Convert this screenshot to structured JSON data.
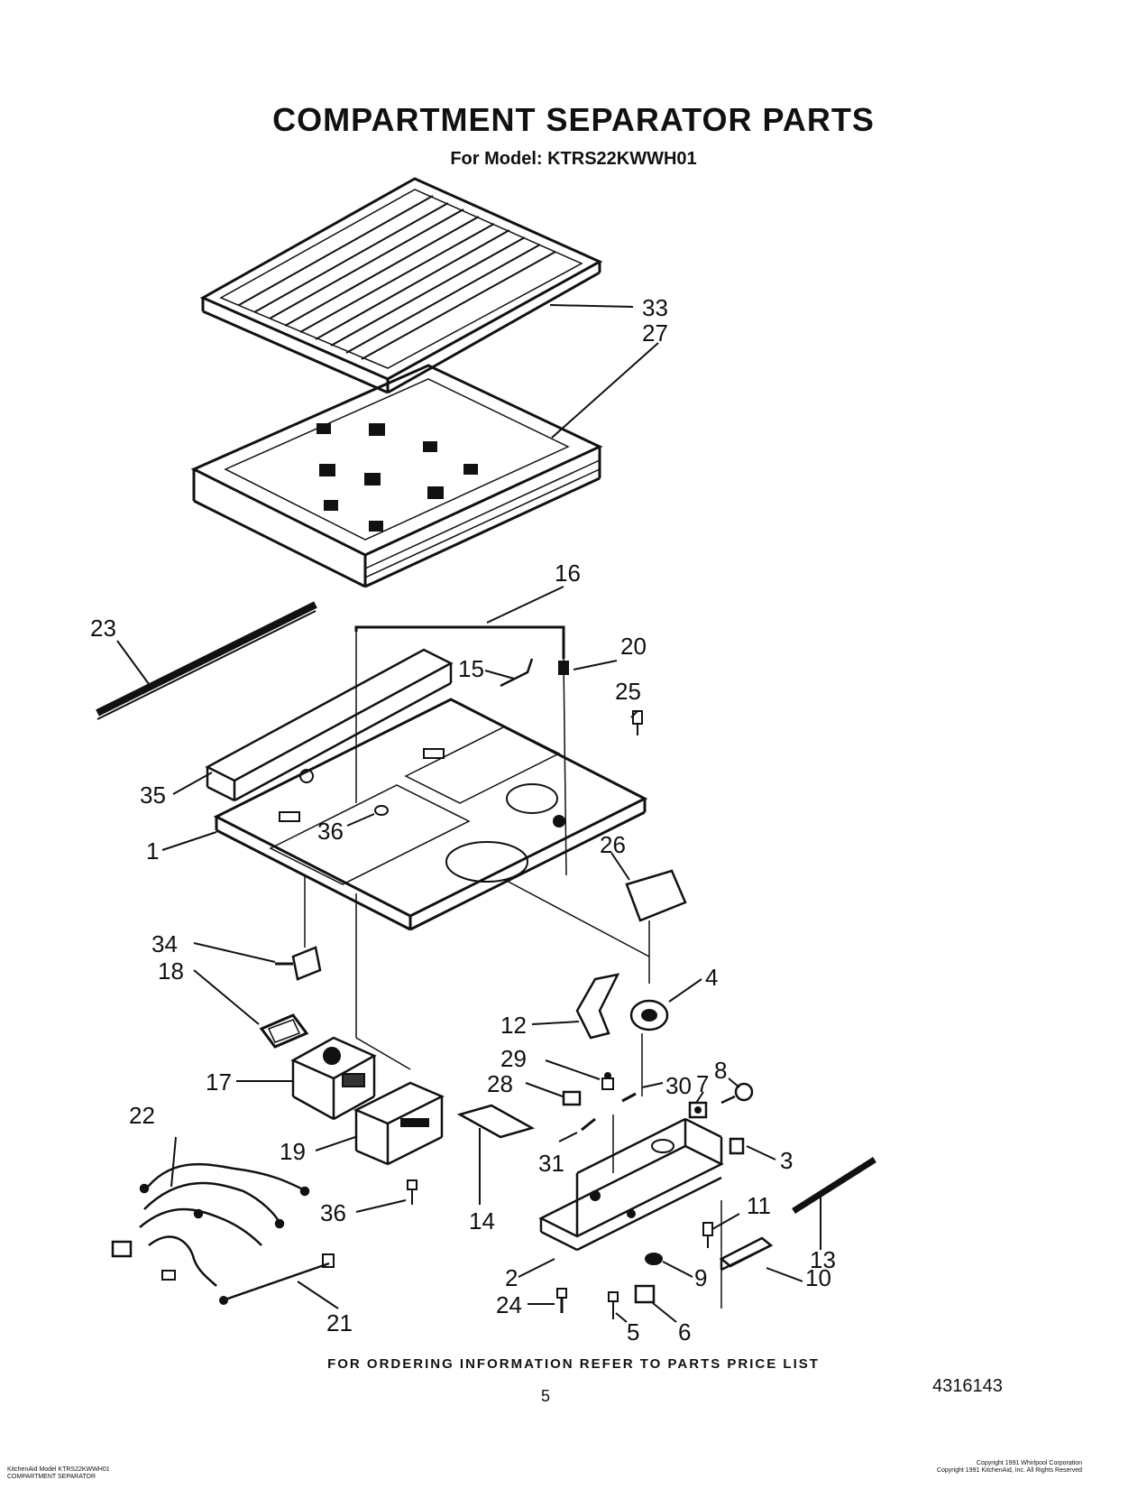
{
  "title": "COMPARTMENT SEPARATOR PARTS",
  "subtitle": "For Model: KTRS22KWWH01",
  "callouts": [
    "33",
    "27",
    "16",
    "23",
    "20",
    "15",
    "25",
    "35",
    "36",
    "1",
    "26",
    "34",
    "18",
    "4",
    "12",
    "29",
    "30",
    "7",
    "8",
    "28",
    "17",
    "3",
    "19",
    "31",
    "22",
    "11",
    "36",
    "14",
    "13",
    "2",
    "9",
    "10",
    "24",
    "5",
    "6",
    "21"
  ],
  "footer": "FOR ORDERING INFORMATION REFER TO PARTS PRICE LIST",
  "page_number": "5",
  "doc_number": "4316143",
  "small_left": [
    "KitchenAid Model KTRS22KWWH01",
    "COMPARTMENT SEPARATOR"
  ],
  "small_right": [
    "Copyright 1991 Whirlpool Corporation",
    "Copyright 1991 KitchenAid, Inc. All Rights Reserved"
  ]
}
